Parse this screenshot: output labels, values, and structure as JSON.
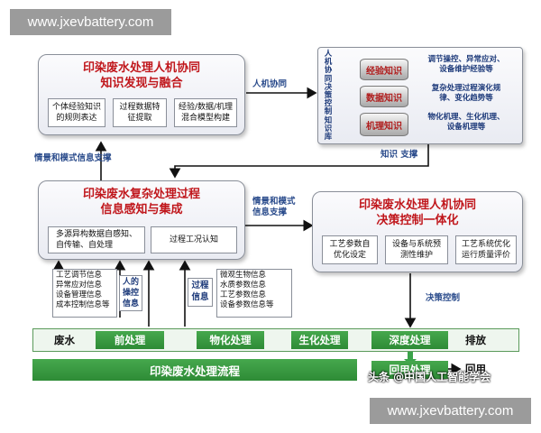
{
  "watermark": {
    "top": "www.jxevbattery.com",
    "bottom": "www.jxevbattery.com",
    "credit": "头条 @中国人工智能学会"
  },
  "knowledge_panel": {
    "title": "印染废水处理人机协同\n知识发现与融合",
    "boxes": [
      "个体经验知识\n的规则表达",
      "过程数据特\n征提取",
      "经验/数据/机理\n混合模型构建"
    ]
  },
  "kb": {
    "label": "人\n机\n协\n同\n决\n策\n控\n制\n知\n识\n库",
    "layers": [
      {
        "name": "经验知识",
        "desc": "调节操控、异常应对、\n设备维护经验等"
      },
      {
        "name": "数据知识",
        "desc": "复杂处理过程演化规\n律、变化趋势等"
      },
      {
        "name": "机理知识",
        "desc": "物化机理、生化机理、\n设备机理等"
      }
    ]
  },
  "perception_panel": {
    "title": "印染废水复杂处理过程\n信息感知与集成",
    "boxes": [
      "多源异构数据自感知、\n自传输、自处理",
      "过程工况认知"
    ]
  },
  "decision_panel": {
    "title": "印染废水处理人机协同\n决策控制一体化",
    "boxes": [
      "工艺参数自\n优化设定",
      "设备与系统预\n测性维护",
      "工艺系统优化\n运行质量评价"
    ]
  },
  "edges": {
    "human_machine": "人机协同",
    "scenario_support_left": "情景和模式信息支撑",
    "scenario_support_mid": "情景和模式\n信息支撑",
    "knowledge_support": "知识 支撑",
    "decision_control": "决策控制"
  },
  "human_info": {
    "list": "工艺调节信息\n异常应对信息\n设备管理信息\n成本控制信息等",
    "label": "人的\n操控\n信息"
  },
  "process_info": {
    "label": "过程\n信息",
    "list": "微观生物信息\n水质参数信息\n工艺参数信息\n设备参数信息等"
  },
  "flow": {
    "input": "废水",
    "steps": [
      "前处理",
      "物化处理",
      "生化处理",
      "深度处理"
    ],
    "output": "排放",
    "reuse_step": "回用处理",
    "reuse_output": "回用",
    "banner": "印染废水处理流程"
  }
}
